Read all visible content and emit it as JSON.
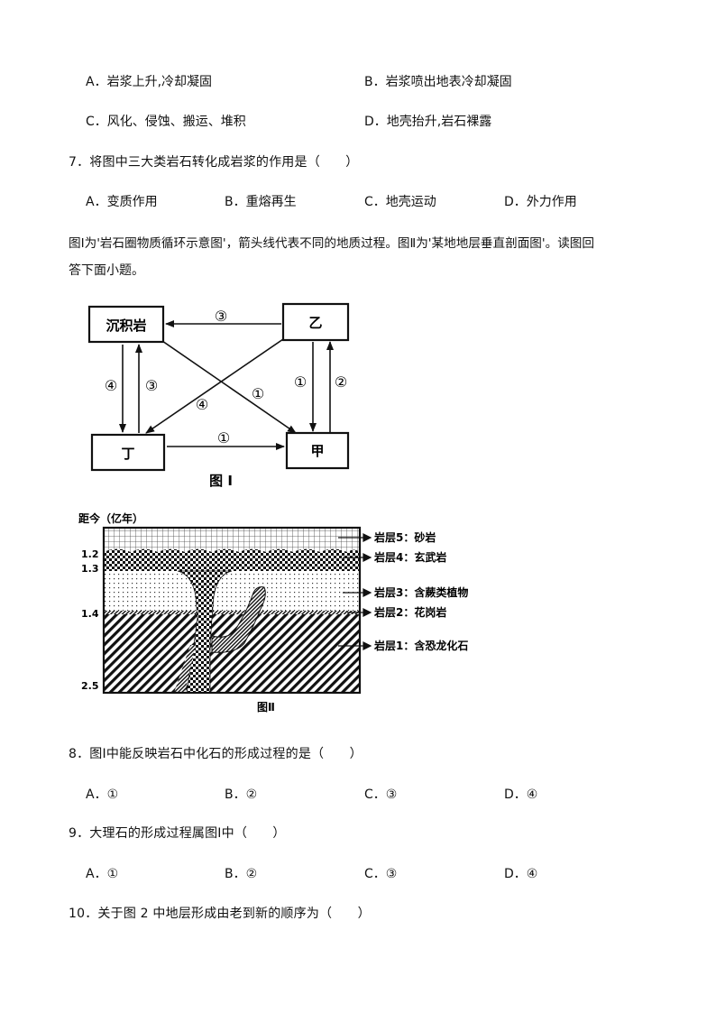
{
  "q6": {
    "opt_a": "A．岩浆上升,冷却凝固",
    "opt_b": "B．岩浆喷出地表冷却凝固",
    "opt_c": "C．风化、侵蚀、搬运、堆积",
    "opt_d": "D．地壳抬升,岩石裸露"
  },
  "q7": {
    "stem": "7．将图中三大类岩石转化成岩浆的作用是（　　）",
    "opt_a": "A．变质作用",
    "opt_b": "B．重熔再生",
    "opt_c": "C．地壳运动",
    "opt_d": "D．外力作用"
  },
  "intro": {
    "line1": "图Ⅰ为'岩石圈物质循环示意图'，箭头线代表不同的地质过程。图Ⅱ为'某地地层垂直剖面图'。读图回",
    "line2": "答下面小题。"
  },
  "fig1": {
    "box_sed": "沉积岩",
    "box_yi": "乙",
    "box_ding": "丁",
    "box_jia": "甲",
    "lbl_top": "③",
    "lbl_left_down": "④",
    "lbl_left_up": "③",
    "lbl_diag_a": "④",
    "lbl_diag_b": "①",
    "lbl_right_down": "①",
    "lbl_right_up": "②",
    "lbl_bottom": "①",
    "caption": "图 I"
  },
  "fig2": {
    "axis_title": "距今（亿年）",
    "tick_12": "1.2",
    "tick_13": "1.3",
    "tick_14": "1.4",
    "tick_25": "2.5",
    "layer5": "岩层5：砂岩",
    "layer4": "岩层4：玄武岩",
    "layer3": "岩层3：含蕨类植物",
    "layer2": "岩层2：花岗岩",
    "layer1": "岩层1：含恐龙化石",
    "caption": "图Ⅱ"
  },
  "q8": {
    "stem": "8．图Ⅰ中能反映岩石中化石的形成过程的是（　　）",
    "opt_a": "A．①",
    "opt_b": "B．②",
    "opt_c": "C．③",
    "opt_d": "D．④"
  },
  "q9": {
    "stem": "9．大理石的形成过程属图Ⅰ中（　　）",
    "opt_a": "A．①",
    "opt_b": "B．②",
    "opt_c": "C．③",
    "opt_d": "D．④"
  },
  "q10": {
    "stem": "10．关于图 2 中地层形成由老到新的顺序为（　　）"
  }
}
